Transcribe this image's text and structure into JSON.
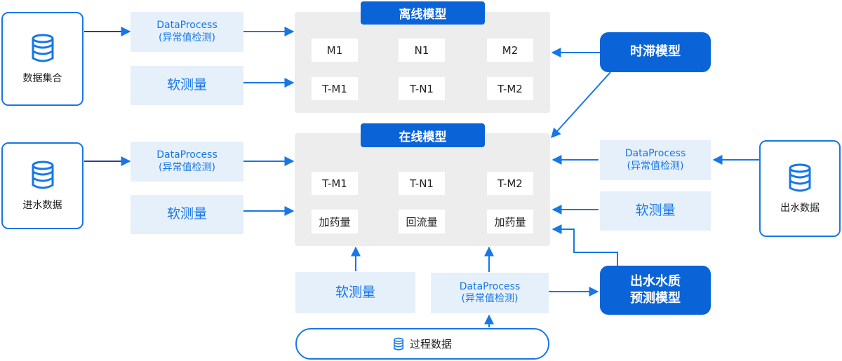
{
  "page_title": "",
  "sources": {
    "dataset": {
      "label": "数据集合",
      "icon": "database-icon"
    },
    "inflow": {
      "label": "进水数据",
      "icon": "database-icon"
    },
    "outflow": {
      "label": "出水数据",
      "icon": "database-icon"
    },
    "process": {
      "label": "过程数据",
      "icon": "database-icon"
    }
  },
  "dataprocess": {
    "title": "DataProcess",
    "subtitle": "(异常值检测)"
  },
  "soft_sensor": "软测量",
  "offline": {
    "title": "离线模型",
    "top_row": [
      "M1",
      "N1",
      "M2"
    ],
    "bottom_row": [
      "T-M1",
      "T-N1",
      "T-M2"
    ]
  },
  "online": {
    "title": "在线模型",
    "top_row": [
      "T-M1",
      "T-N1",
      "T-M2"
    ],
    "bottom_row": [
      "加药量",
      "回流量",
      "加药量"
    ]
  },
  "delay_model": "时滞模型",
  "quality_model": {
    "line1": "出水水质",
    "line2": "预测模型"
  },
  "colors": {
    "accent": "#1677e6",
    "dark_accent": "#0a64d8",
    "light_box": "#e6f0fb",
    "panel": "#ededed"
  }
}
